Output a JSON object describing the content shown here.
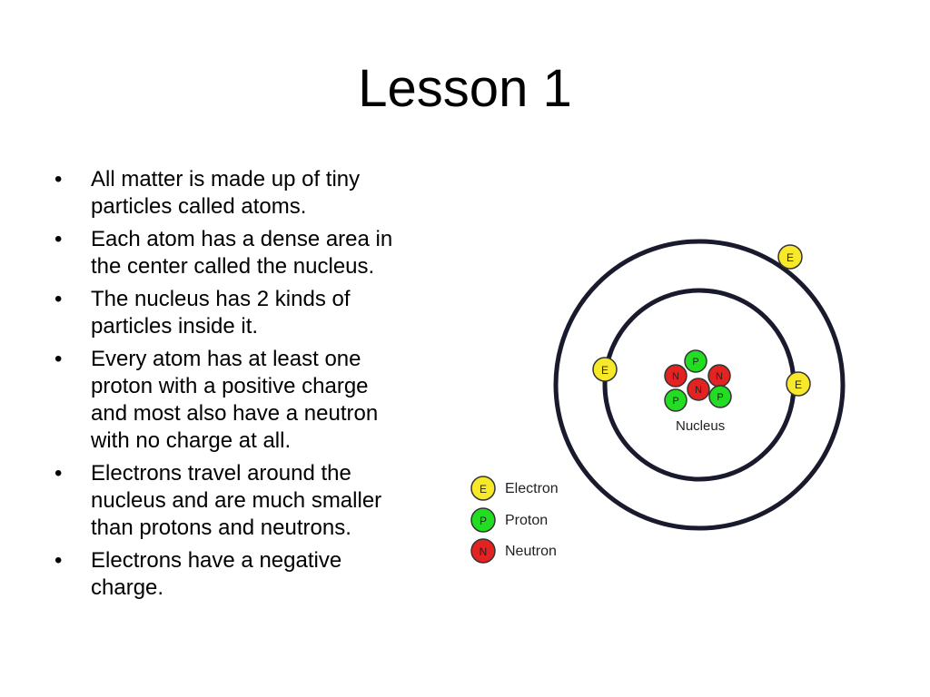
{
  "slide": {
    "title": "Lesson 1",
    "bullets": [
      {
        "lines": [
          "All matter is made up of tiny",
          "particles called atoms."
        ]
      },
      {
        "lines": [
          "Each atom has a dense area in",
          "the center called the nucleus."
        ]
      },
      {
        "lines": [
          "The nucleus has 2 kinds of",
          "particles inside it."
        ]
      },
      {
        "lines": [
          "Every atom has at least one",
          "proton with a positive charge",
          "and most also have a neutron",
          "with no charge at all."
        ]
      },
      {
        "lines": [
          "Electrons travel around the",
          "nucleus and are much smaller",
          "than protons and neutrons."
        ]
      },
      {
        "lines": [
          "Electrons have a negative",
          "charge."
        ]
      }
    ]
  },
  "diagram": {
    "colors": {
      "electron": "#f7e82a",
      "proton": "#22dd22",
      "neutron": "#e32222",
      "orbit": "#1a1a2e"
    },
    "particle_letters": {
      "electron": "E",
      "proton": "P",
      "neutron": "N"
    },
    "nucleus_label": "Nucleus",
    "legend": [
      {
        "letter": "E",
        "label": "Electron",
        "kind": "electron"
      },
      {
        "letter": "P",
        "label": "Proton",
        "kind": "proton"
      },
      {
        "letter": "N",
        "label": "Neutron",
        "kind": "neutron"
      }
    ]
  }
}
